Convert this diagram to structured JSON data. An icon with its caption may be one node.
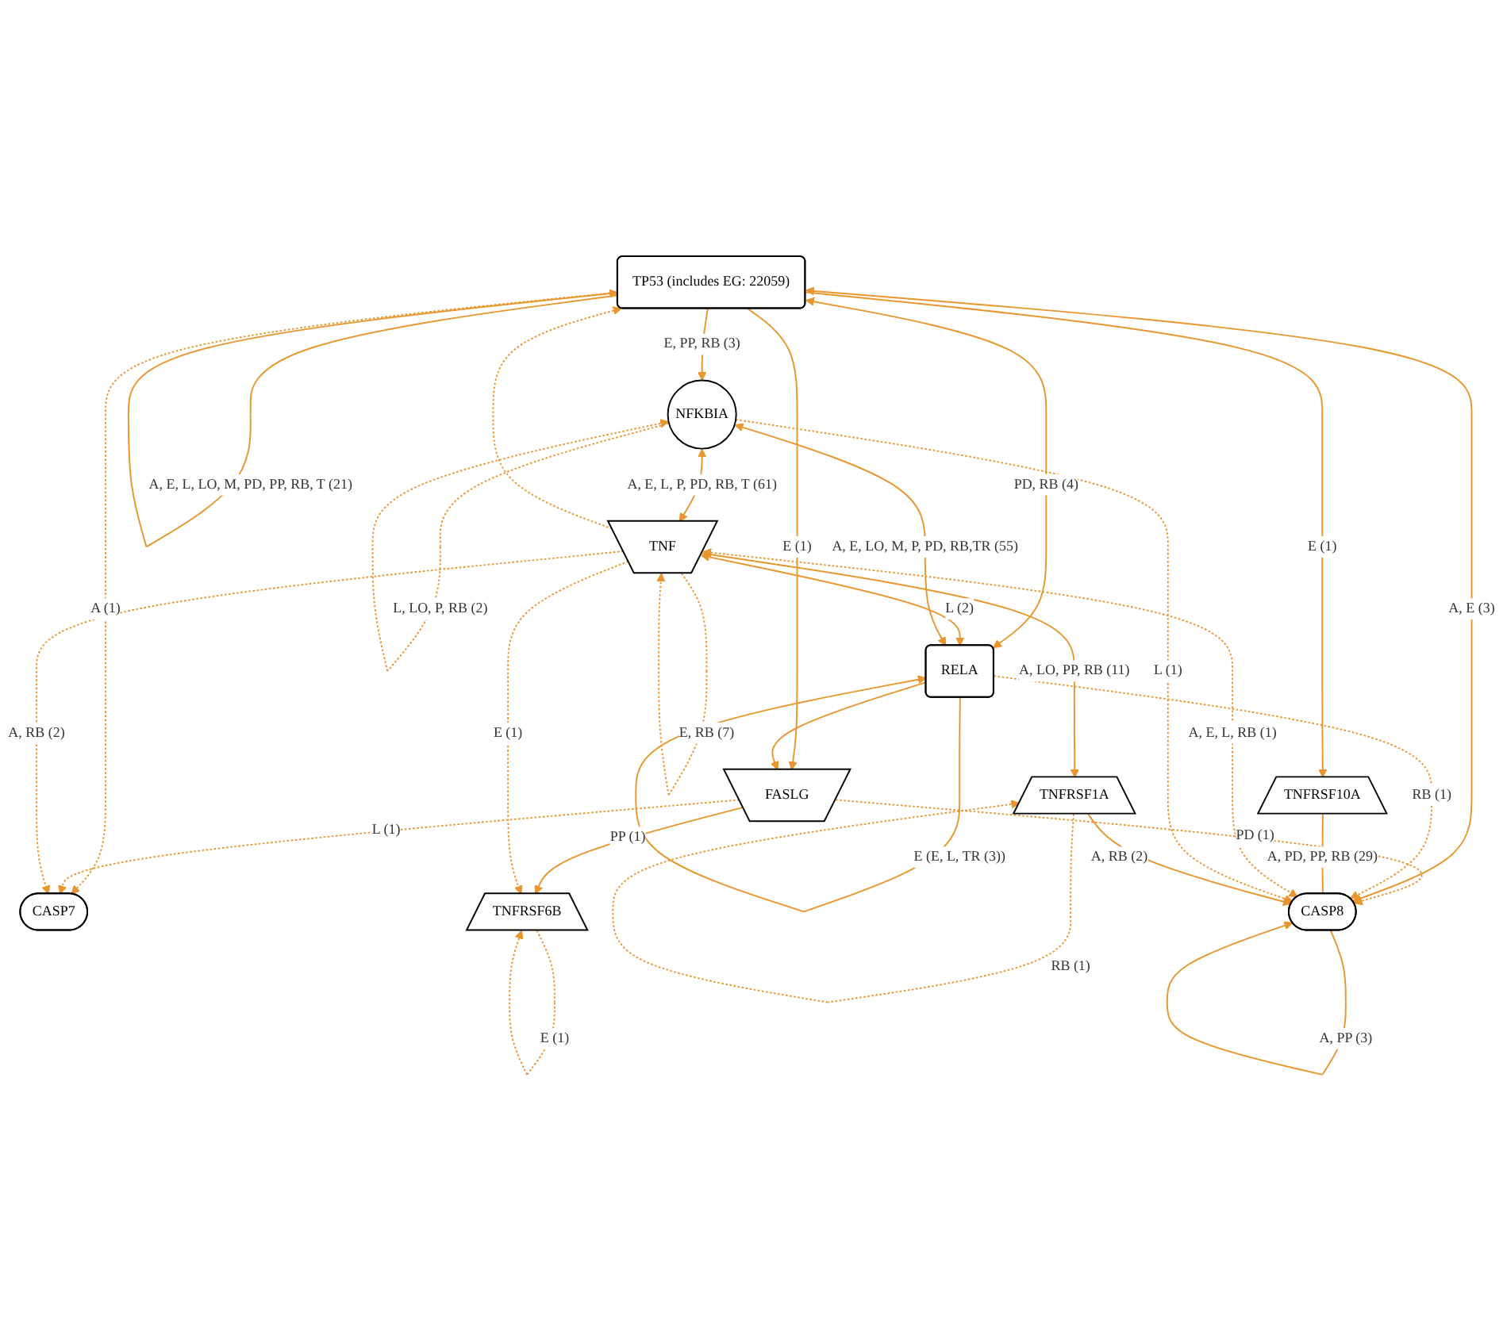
{
  "diagram": {
    "nodes": [
      {
        "text": [
          "CASP7"
        ]
      },
      {
        "text": [
          "TP53 (includes EG: 22059)"
        ]
      },
      {
        "text": [
          "FASLG"
        ]
      },
      {
        "text": [
          "TNFRSF6B"
        ]
      },
      {
        "text": [
          "RELA"
        ]
      },
      {
        "text": [
          "TNFRSF10A"
        ]
      },
      {
        "text": [
          "TNF"
        ]
      },
      {
        "text": [
          "NFKBIA"
        ]
      },
      {
        "text": [
          "CASP8"
        ]
      },
      {
        "text": [
          "TNFRSF1A"
        ]
      }
    ],
    "edges": [
      {
        "from": 1,
        "to": 0,
        "arrow": "to",
        "label": "A (1)",
        "style": "dashed"
      },
      {
        "from": 1,
        "to": 1,
        "arrow": "to",
        "label": "A, E, L, LO, M, PD, PP, RB, T (21)"
      },
      {
        "from": 1,
        "to": 2,
        "arrow": "to",
        "label": "E (1)"
      },
      {
        "from": 2,
        "to": 0,
        "arrow": "to",
        "label": "L (1)",
        "style": "dashed"
      },
      {
        "from": 6,
        "to": 0,
        "arrow": "to",
        "label": "A, RB (2)",
        "style": "dashed"
      },
      {
        "from": 4,
        "to": 2,
        "arrow": "to"
      },
      {
        "from": 2,
        "to": 8,
        "arrow": "to",
        "label": "PD (1)",
        "style": "dashed"
      },
      {
        "from": 6,
        "to": 1,
        "arrow": "to",
        "style": "dashed"
      },
      {
        "from": 1,
        "to": 4,
        "arrow": "both",
        "label": "PD, RB (4)"
      },
      {
        "from": 4,
        "to": 4,
        "arrow": "to",
        "label": "E (E, L, TR (3))"
      },
      {
        "from": 1,
        "to": 5,
        "arrow": "to",
        "label": "E (1)"
      },
      {
        "from": 1,
        "to": 7,
        "arrow": "to",
        "label": "E, PP, RB (3)"
      },
      {
        "from": 1,
        "to": 8,
        "arrow": "both",
        "label": "A, E (3)"
      },
      {
        "from": 3,
        "to": 3,
        "arrow": "to",
        "label": "E (1)",
        "style": "dashed"
      },
      {
        "from": 2,
        "to": 3,
        "arrow": "to",
        "label": "PP (1)"
      },
      {
        "from": 6,
        "to": 6,
        "arrow": "to",
        "label": "E, RB (7)",
        "style": "dashed"
      },
      {
        "from": 6,
        "to": 3,
        "arrow": "to",
        "label": "E (1)",
        "style": "dashed"
      },
      {
        "from": 6,
        "to": 4,
        "arrow": "both",
        "label": "L (2)"
      },
      {
        "from": 7,
        "to": 4,
        "arrow": "both",
        "label": "A, E, LO, M, P, PD, RB,TR (55)"
      },
      {
        "from": 4,
        "to": 8,
        "arrow": "to",
        "label": "RB (1)",
        "style": "dashed"
      },
      {
        "from": 5,
        "to": 8,
        "arrow": "none",
        "label": "A, PD, PP, RB (29)"
      },
      {
        "from": 7,
        "to": 7,
        "arrow": "to",
        "label": "L, LO, P, RB (2)",
        "style": "dashed"
      },
      {
        "from": 7,
        "to": 6,
        "arrow": "both",
        "label": "A, E, L, P, PD, RB, T (61)"
      },
      {
        "from": 6,
        "to": 8,
        "arrow": "both",
        "label": "A, E, L, RB (1)",
        "style": "dashed"
      },
      {
        "from": 8,
        "to": 8,
        "arrow": "to",
        "label": "A, PP (3)"
      },
      {
        "from": 7,
        "to": 8,
        "arrow": "to",
        "label": "L (1)",
        "style": "dashed"
      },
      {
        "from": 6,
        "to": 9,
        "arrow": "to",
        "label": "A, LO, PP, RB (11)"
      },
      {
        "from": 9,
        "to": 8,
        "arrow": "to",
        "label": "A, RB (2)"
      },
      {
        "from": 9,
        "to": 9,
        "arrow": "to",
        "label": "RB (1)",
        "style": "dashed"
      }
    ]
  }
}
